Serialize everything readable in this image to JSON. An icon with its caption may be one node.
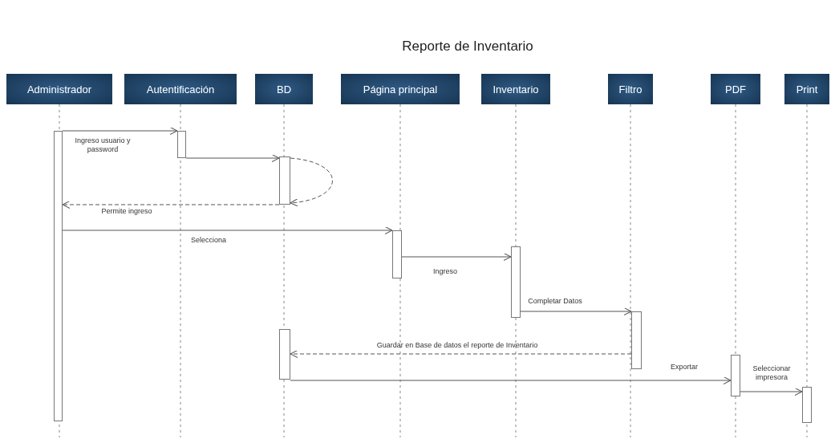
{
  "diagram": {
    "title": "Reporte de Inventario",
    "nodes": [
      {
        "text": [
          "Administrador"
        ]
      },
      {
        "text": [
          "Autentificación"
        ]
      },
      {
        "text": [
          "BD"
        ]
      },
      {
        "text": [
          "Página principal"
        ]
      },
      {
        "text": [
          "Inventario"
        ]
      },
      {
        "text": [
          "Filtro"
        ]
      },
      {
        "text": [
          "PDF"
        ]
      },
      {
        "text": [
          "Print"
        ]
      },
      {
        "text": [],
        "shape": "bar"
      },
      {
        "text": [],
        "shape": "bar"
      },
      {
        "text": [],
        "shape": "bar"
      },
      {
        "text": [],
        "shape": "bar"
      },
      {
        "text": [],
        "shape": "bar"
      },
      {
        "text": [],
        "shape": "bar"
      },
      {
        "text": [],
        "shape": "bar"
      },
      {
        "text": [],
        "shape": "bar"
      },
      {
        "text": [],
        "shape": "bar"
      }
    ],
    "edges": [
      {
        "from": 8,
        "to": 9,
        "arrow": "to",
        "label": "Ingreso usuario y password"
      },
      {
        "from": 9,
        "to": 10,
        "arrow": "to"
      },
      {
        "from": 10,
        "to": 10,
        "arrow": "to",
        "style": "dashed"
      },
      {
        "from": 10,
        "to": 8,
        "arrow": "to",
        "style": "dashed",
        "label": "Permite ingreso"
      },
      {
        "from": 8,
        "to": 11,
        "arrow": "to",
        "label": "Selecciona"
      },
      {
        "from": 11,
        "to": 12,
        "arrow": "to",
        "label": "Ingreso"
      },
      {
        "from": 12,
        "to": 13,
        "arrow": "to",
        "label": "Completar Datos"
      },
      {
        "from": 13,
        "to": 14,
        "arrow": "to",
        "style": "dashed",
        "label": "Guardar en Base de datos el reporte de Inventario"
      },
      {
        "from": 14,
        "to": 15,
        "arrow": "to",
        "label": "Exportar"
      },
      {
        "from": 15,
        "to": 16,
        "arrow": "to",
        "label": "Seleccionar impresora"
      }
    ]
  }
}
